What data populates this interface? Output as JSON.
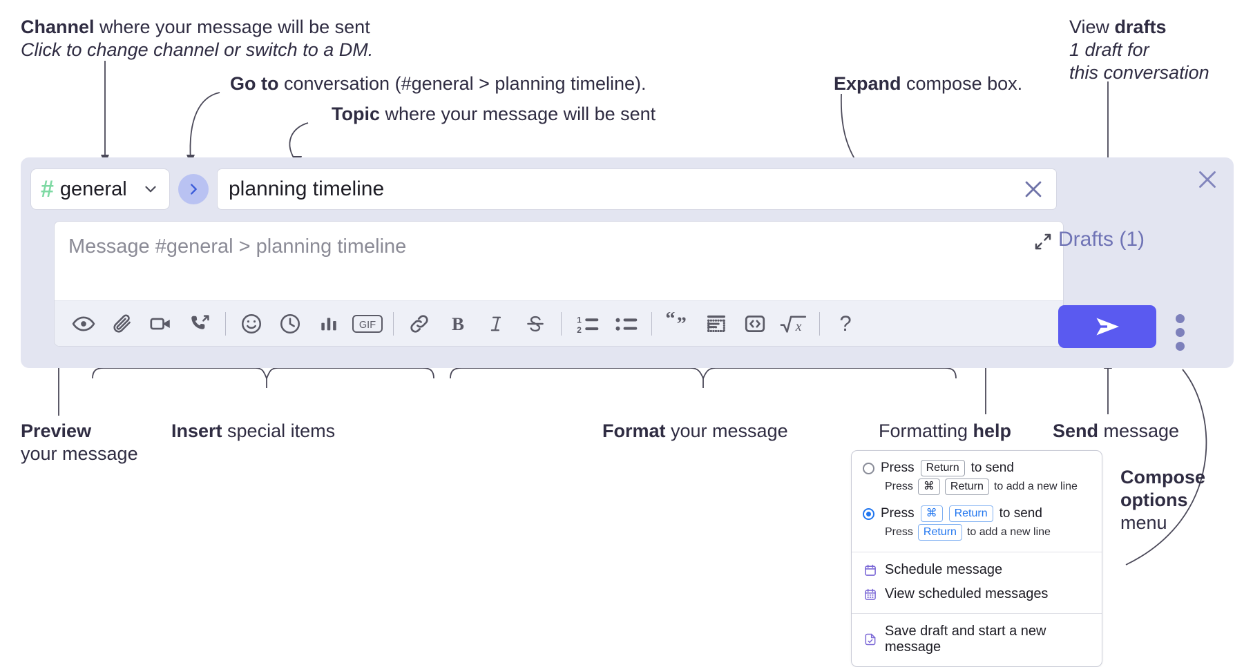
{
  "annotations": {
    "channel": {
      "bold": "Channel",
      "rest": " where your message will be sent",
      "italic": "Click to change channel or switch to a DM."
    },
    "goto": {
      "bold": "Go to",
      "rest": " conversation (#general > planning timeline)."
    },
    "topic": {
      "bold": "Topic",
      "rest": " where your message will be sent"
    },
    "expand": {
      "bold": "Expand",
      "rest": " compose box."
    },
    "drafts": {
      "lead": "View ",
      "bold": "drafts",
      "italic1": "1 draft for",
      "italic2": "this conversation"
    },
    "preview": {
      "bold": "Preview",
      "line2": "your message"
    },
    "insert": {
      "bold": "Insert",
      "rest": " special items"
    },
    "format": {
      "bold": "Format",
      "rest": " your message"
    },
    "help": {
      "lead": "Formatting ",
      "bold": "help"
    },
    "send": {
      "bold": "Send",
      "rest": " message"
    },
    "compose_options": {
      "bold1": "Compose",
      "bold2": "options",
      "rest": "menu"
    }
  },
  "compose": {
    "channel_name": "general",
    "hash_symbol": "#",
    "topic_value": "planning timeline",
    "message_placeholder": "Message #general > planning timeline",
    "drafts_label": "Drafts (1)",
    "icons": {
      "channel_dropdown": "chevron-down-icon",
      "goto": "chevron-right-icon",
      "topic_clear": "close-icon",
      "expand": "expand-icon",
      "close": "close-icon",
      "send": "send-icon",
      "kebab": "more-options-icon"
    },
    "toolbar": [
      {
        "name": "preview-icon",
        "label": "Preview"
      },
      {
        "name": "attachment-icon",
        "label": "Attach file"
      },
      {
        "name": "video-icon",
        "label": "Record video clip"
      },
      {
        "name": "call-icon",
        "label": "Huddle"
      },
      {
        "name": "divider",
        "label": ""
      },
      {
        "name": "emoji-icon",
        "label": "Emoji"
      },
      {
        "name": "clock-icon",
        "label": "Reminder"
      },
      {
        "name": "poll-icon",
        "label": "Poll"
      },
      {
        "name": "gif-icon",
        "label": "GIF"
      },
      {
        "name": "divider",
        "label": ""
      },
      {
        "name": "link-icon",
        "label": "Link"
      },
      {
        "name": "bold-icon",
        "label": "B"
      },
      {
        "name": "italic-icon",
        "label": "I"
      },
      {
        "name": "strikethrough-icon",
        "label": "S"
      },
      {
        "name": "divider",
        "label": ""
      },
      {
        "name": "ordered-list-icon",
        "label": "Ordered list"
      },
      {
        "name": "bulleted-list-icon",
        "label": "Bulleted list"
      },
      {
        "name": "divider",
        "label": ""
      },
      {
        "name": "blockquote-icon",
        "label": "Blockquote"
      },
      {
        "name": "code-block-icon",
        "label": "Code block"
      },
      {
        "name": "code-icon",
        "label": "Code"
      },
      {
        "name": "math-icon",
        "label": "Math"
      },
      {
        "name": "divider",
        "label": ""
      },
      {
        "name": "help-icon",
        "label": "?"
      }
    ]
  },
  "menu": {
    "option1": {
      "pre": "Press",
      "key": "Return",
      "post": "to send",
      "sub_pre": "Press",
      "sub_key1": "⌘",
      "sub_key2": "Return",
      "sub_post": "to add a new line",
      "selected": false
    },
    "option2": {
      "pre": "Press",
      "key1": "⌘",
      "key2": "Return",
      "post": "to send",
      "sub_pre": "Press",
      "sub_key": "Return",
      "sub_post": "to add a new line",
      "selected": true
    },
    "items": [
      {
        "icon": "calendar-icon",
        "label": "Schedule message"
      },
      {
        "icon": "calendar-grid-icon",
        "label": "View scheduled messages"
      },
      {
        "icon": "save-draft-icon",
        "label": "Save draft and start a new message"
      }
    ]
  },
  "colors": {
    "panel_bg": "#e3e5f1",
    "accent_send": "#5a5af0",
    "hash_green": "#7ed9a3",
    "goto_bg": "#b9c2f2",
    "drafts_text": "#6f73b5",
    "toolbar_bg": "#eef0f7",
    "key_blue": "#2176ef"
  }
}
